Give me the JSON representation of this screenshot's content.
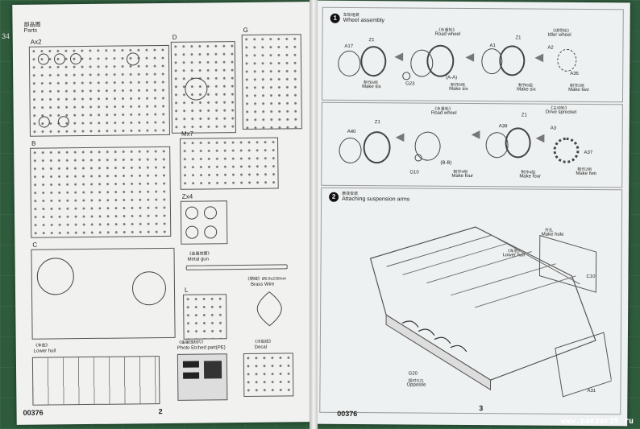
{
  "left_page": {
    "title_cn": "部品图",
    "title_en": "Parts",
    "sprues": {
      "a": "Ax2",
      "d": "D",
      "g": "G",
      "b": "B",
      "mx": "Mx7",
      "zx": "Zx4",
      "c": "C",
      "l": "L"
    },
    "labels": {
      "metal_gun_cn": "《金属炮管》",
      "metal_gun": "Metal gun",
      "wire_spec": "《铜线》Ø0.8x230mm",
      "brass_wire": "Brass Wire",
      "lower_hull_cn": "《车底》",
      "lower_hull": "Lower hull",
      "pe_cn": "《金属蚀刻片》",
      "pe": "Photo Etched part(PE)",
      "decal_cn": "《水贴纸》",
      "decal": "Decal"
    },
    "code": "00376",
    "page_number": "2"
  },
  "right_page": {
    "step1": {
      "number": "1",
      "title_cn": "车轮组装",
      "title_en": "Wheel assembly",
      "row1": {
        "road_wheel_cn": "《负重轮》",
        "road_wheel": "Road wheel",
        "idler_cn": "《诱导轮》",
        "idler": "Idler wheel",
        "section": "(A-A)",
        "parts": [
          "A17",
          "Z1",
          "G23",
          "A1",
          "Z1",
          "A2",
          "A36"
        ],
        "make_cn": "制作6组",
        "make_six": "Make six",
        "make_two_cn": "制作2组",
        "make_two": "Make two"
      },
      "row2": {
        "road_wheel_cn": "《负重轮》",
        "road_wheel": "Road wheel",
        "sprocket_cn": "《主动轮》",
        "sprocket": "Drive sprocket",
        "section": "(B-B)",
        "parts": [
          "A40",
          "Z1",
          "G10",
          "A39",
          "Z1",
          "A3",
          "A37"
        ],
        "make_cn": "制作4组",
        "make_four": "Make four",
        "make_two_cn": "制作2组",
        "make_two": "Make two"
      }
    },
    "step2": {
      "number": "2",
      "title_cn": "悬挂安装",
      "title_en": "Attaching suspension arms",
      "hole_cn": "开孔",
      "make_hole": "Make hole",
      "lower_hull_cn": "《车底》",
      "lower_hull": "Lower hull",
      "parts": [
        "C10",
        "G20",
        "A31"
      ],
      "g21": "相对G21",
      "opposite": "Opposite"
    },
    "code": "00376",
    "page_number": "3"
  },
  "watermark": "www.panzer35.ru"
}
